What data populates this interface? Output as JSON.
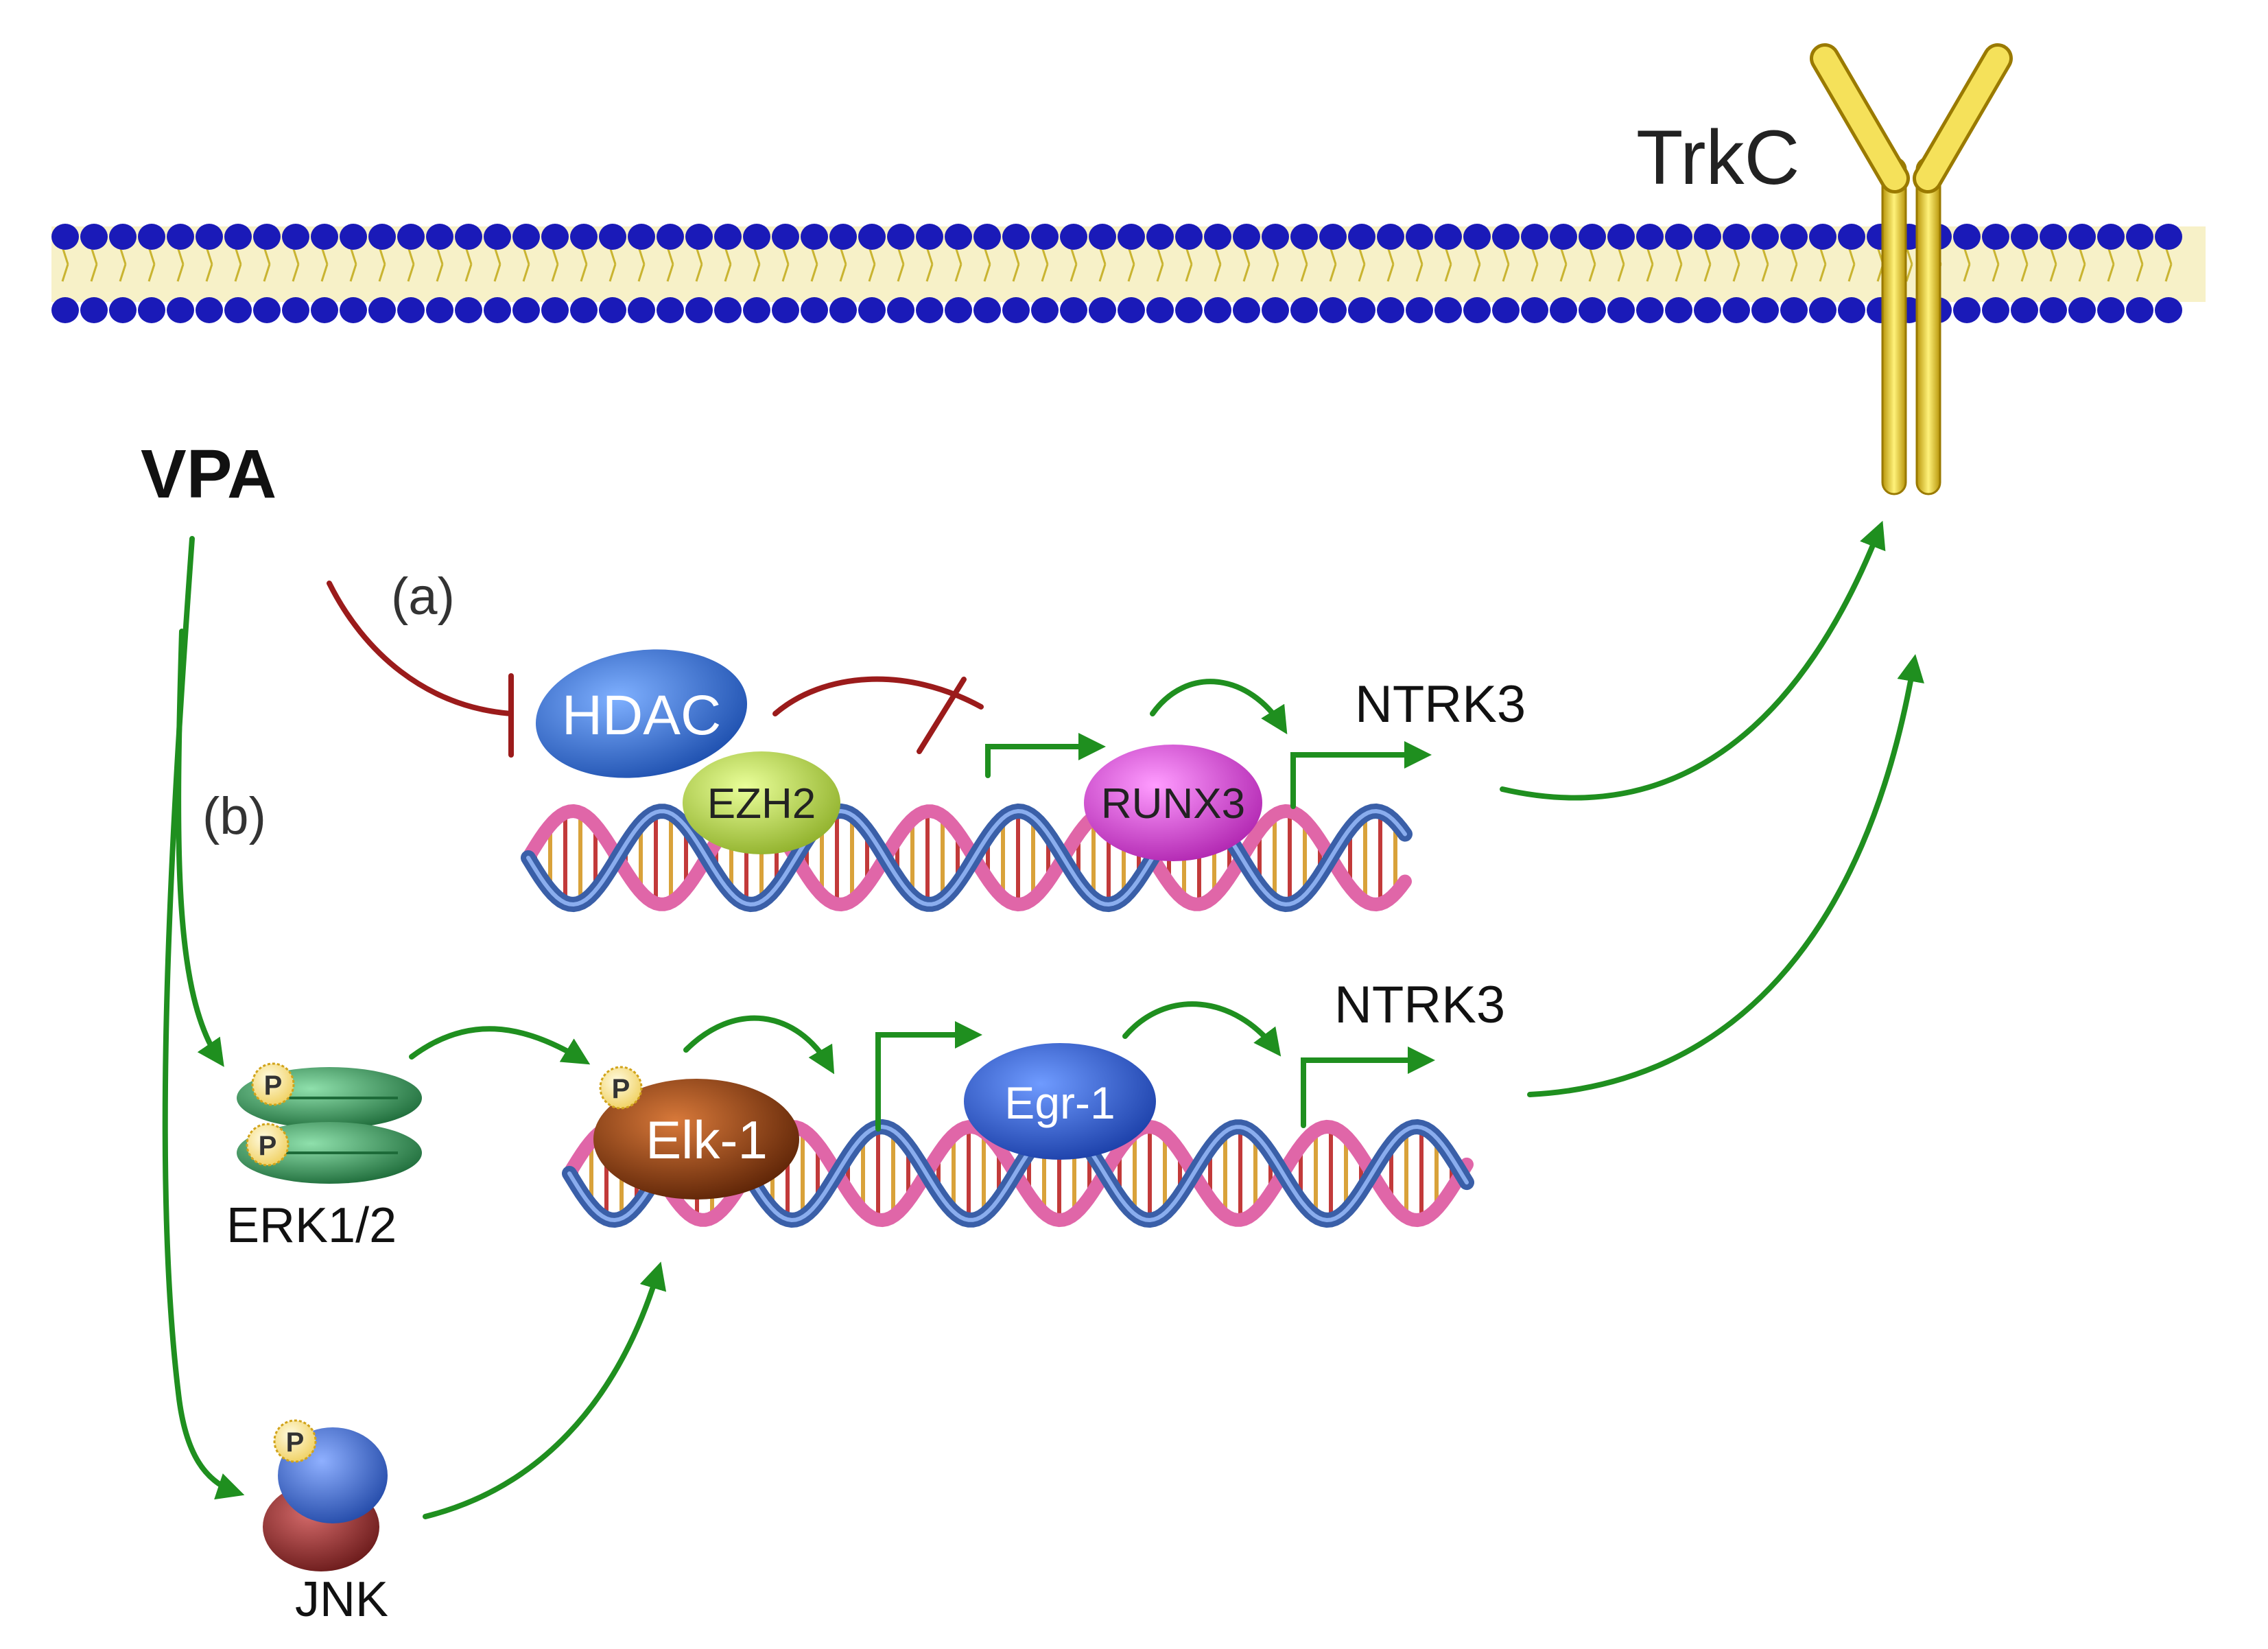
{
  "labels": {
    "trkc": "TrkC",
    "vpa": "VPA",
    "a": "(a)",
    "b": "(b)",
    "ntrk3_top": "NTRK3",
    "ntrk3_bottom": "NTRK3",
    "erk": "ERK1/2",
    "jnk": "JNK"
  },
  "proteins": {
    "hdac": "HDAC",
    "ezh2": "EZH2",
    "runx3": "RUNX3",
    "elk1": "Elk-1",
    "egr1": "Egr-1",
    "phospho": "P"
  },
  "colors": {
    "activation": "#1f8f1f",
    "inhibition": "#9b1b1b",
    "membrane_head": "#1a1ab8",
    "membrane_tail": "#e8d95a",
    "receptor": "#e6c21a",
    "hdac": "#2f6fd1",
    "ezh2": "#b9d94a",
    "runx3": "#d64bd6",
    "elk1": "#8a3a10",
    "egr1": "#2a5bd6",
    "erk": "#2d8a4d",
    "jnk_top": "#3a66c8",
    "jnk_bottom": "#8c2a2a",
    "dna_pink": "#e066a8",
    "dna_blue": "#3a5fa8"
  }
}
